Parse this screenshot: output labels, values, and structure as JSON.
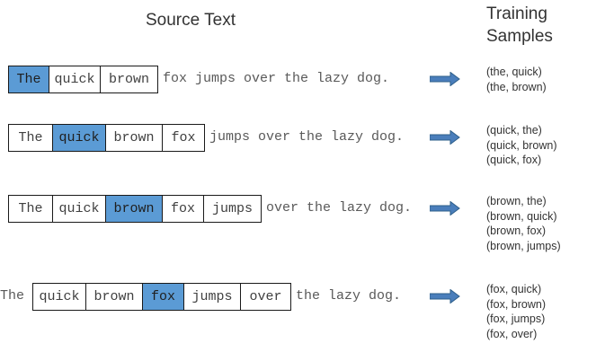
{
  "headers": {
    "source": "Source Text",
    "samples": "Training\nSamples"
  },
  "colors": {
    "highlight": "#5B9BD5",
    "arrow": "#4A7EBB",
    "box_border": "#1a1a1a",
    "text": "#595959"
  },
  "arrow_icon": "right-arrow",
  "rows": [
    {
      "lead": "",
      "cells": [
        {
          "text": "The",
          "highlight": true,
          "width": 45
        },
        {
          "text": "quick",
          "highlight": false,
          "width": 57
        },
        {
          "text": "brown",
          "highlight": false,
          "width": 63
        }
      ],
      "tail": "fox jumps over the lazy dog.",
      "samples": [
        "(the, quick)",
        "(the, brown)"
      ]
    },
    {
      "lead": "",
      "cells": [
        {
          "text": "The",
          "highlight": false,
          "width": 49
        },
        {
          "text": "quick",
          "highlight": true,
          "width": 59
        },
        {
          "text": "brown",
          "highlight": false,
          "width": 63
        },
        {
          "text": "fox",
          "highlight": false,
          "width": 46
        }
      ],
      "tail": "jumps over the lazy dog.",
      "samples": [
        "(quick, the)",
        "(quick, brown)",
        "(quick, fox)"
      ]
    },
    {
      "lead": "",
      "cells": [
        {
          "text": "The",
          "highlight": false,
          "width": 49
        },
        {
          "text": "quick",
          "highlight": false,
          "width": 59
        },
        {
          "text": "brown",
          "highlight": true,
          "width": 63
        },
        {
          "text": "fox",
          "highlight": false,
          "width": 46
        },
        {
          "text": "jumps",
          "highlight": false,
          "width": 63
        }
      ],
      "tail": "over the lazy dog.",
      "samples": [
        "(brown, the)",
        "(brown, quick)",
        "(brown, fox)",
        "(brown, jumps)"
      ]
    },
    {
      "lead": "The ",
      "cells": [
        {
          "text": "quick",
          "highlight": false,
          "width": 59
        },
        {
          "text": "brown",
          "highlight": false,
          "width": 63
        },
        {
          "text": "fox",
          "highlight": true,
          "width": 46
        },
        {
          "text": "jumps",
          "highlight": false,
          "width": 63
        },
        {
          "text": "over",
          "highlight": false,
          "width": 55
        }
      ],
      "tail": "the lazy dog.",
      "samples": [
        "(fox, quick)",
        "(fox, brown)",
        "(fox, jumps)",
        "(fox, over)"
      ]
    }
  ]
}
